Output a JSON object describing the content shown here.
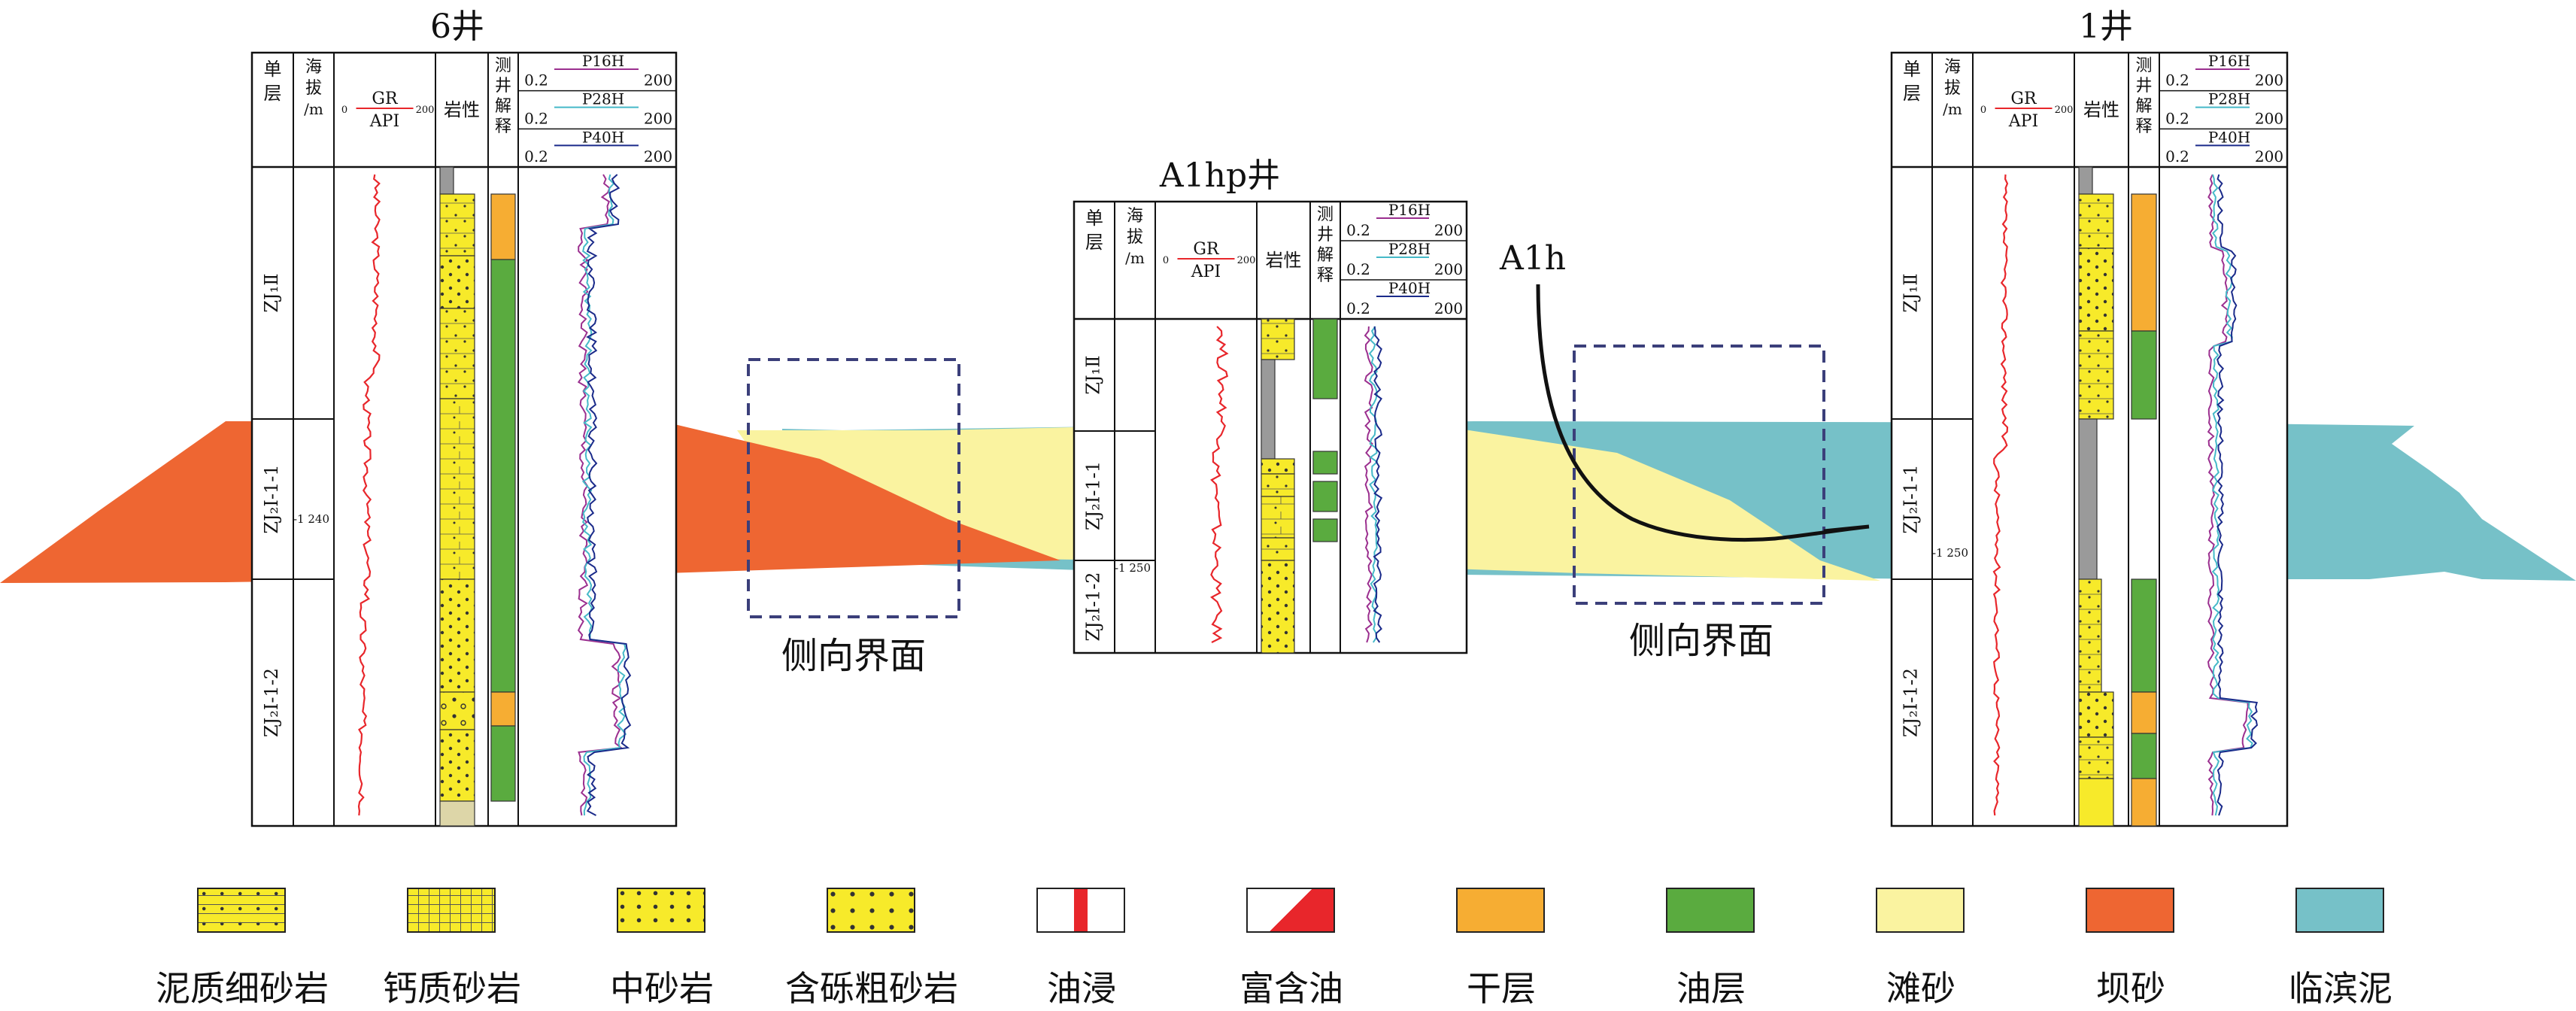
{
  "wells": [
    {
      "id": "w6",
      "name": "6井",
      "col_headers": {
        "layer": "单层",
        "elevation": "海拔\n/m",
        "gr_name": "GR",
        "gr_unit": "API",
        "gr_min": "0",
        "gr_max": "200",
        "lithology": "岩性",
        "interp": "测井解释"
      },
      "curves": [
        {
          "name": "P16H",
          "min": "0.2",
          "max": "200",
          "color": "#9b2f8f"
        },
        {
          "name": "P28H",
          "min": "0.2",
          "max": "200",
          "color": "#45b9c8"
        },
        {
          "name": "P40H",
          "min": "0.2",
          "max": "200",
          "color": "#1a2a8a"
        }
      ],
      "layers": [
        "ZJ₁Ⅱ",
        "ZJ₂Ⅰ-1-1",
        "ZJ₂Ⅰ-1-2"
      ],
      "depth_label": "-1 240"
    },
    {
      "id": "a1hp",
      "name": "A1hp井",
      "col_headers": {
        "layer": "单层",
        "elevation": "海拔\n/m",
        "gr_name": "GR",
        "gr_unit": "API",
        "gr_min": "0",
        "gr_max": "200",
        "lithology": "岩性",
        "interp": "测井解释"
      },
      "curves": [
        {
          "name": "P16H",
          "min": "0.2",
          "max": "200",
          "color": "#9b2f8f"
        },
        {
          "name": "P28H",
          "min": "0.2",
          "max": "200",
          "color": "#45b9c8"
        },
        {
          "name": "P40H",
          "min": "0.2",
          "max": "200",
          "color": "#1a2a8a"
        }
      ],
      "layers": [
        "ZJ₁Ⅱ",
        "ZJ₂Ⅰ-1-1",
        "ZJ₂Ⅰ-1-2"
      ],
      "depth_label": "-1 250"
    },
    {
      "id": "w1",
      "name": "1井",
      "col_headers": {
        "layer": "单层",
        "elevation": "海拔\n/m",
        "gr_name": "GR",
        "gr_unit": "API",
        "gr_min": "0",
        "gr_max": "200",
        "lithology": "岩性",
        "interp": "测井解释"
      },
      "curves": [
        {
          "name": "P16H",
          "min": "0.2",
          "max": "200",
          "color": "#9b2f8f"
        },
        {
          "name": "P28H",
          "min": "0.2",
          "max": "200",
          "color": "#45b9c8"
        },
        {
          "name": "P40H",
          "min": "0.2",
          "max": "200",
          "color": "#1a2a8a"
        }
      ],
      "layers": [
        "ZJ₁Ⅱ",
        "ZJ₂Ⅰ-1-1",
        "ZJ₂Ⅰ-1-2"
      ],
      "depth_label": "-1 250"
    }
  ],
  "horizontal_well": "A1h",
  "boundary_label_1": "侧向界面",
  "boundary_label_2": "侧向界面",
  "colors": {
    "dam_sand": "#ee6632",
    "beach_sand": "#faf3a0",
    "coastal_mud": "#76c1c8",
    "dry_layer": "#f6ad33",
    "oil_layer": "#5aab3f",
    "sand_yellow": "#f7ea2a",
    "oil_red": "#e8262b",
    "gr_curve": "#e8262b",
    "mud_gray": "#9a9a9a"
  },
  "legend": [
    {
      "label": "泥质细砂岩",
      "pattern": "sand-fine"
    },
    {
      "label": "钙质砂岩",
      "pattern": "sand-calc"
    },
    {
      "label": "中砂岩",
      "pattern": "sand-med"
    },
    {
      "label": "含砾粗砂岩",
      "pattern": "sand-grav"
    },
    {
      "label": "油浸",
      "pattern": "oil-soak"
    },
    {
      "label": "富含油",
      "pattern": "oil-rich"
    },
    {
      "label": "干层",
      "pattern": "#f6ad33"
    },
    {
      "label": "油层",
      "pattern": "#5aab3f"
    },
    {
      "label": "滩砂",
      "pattern": "#faf3a0"
    },
    {
      "label": "坝砂",
      "pattern": "#ee6632"
    },
    {
      "label": "临滨泥",
      "pattern": "#76c1c8"
    }
  ]
}
